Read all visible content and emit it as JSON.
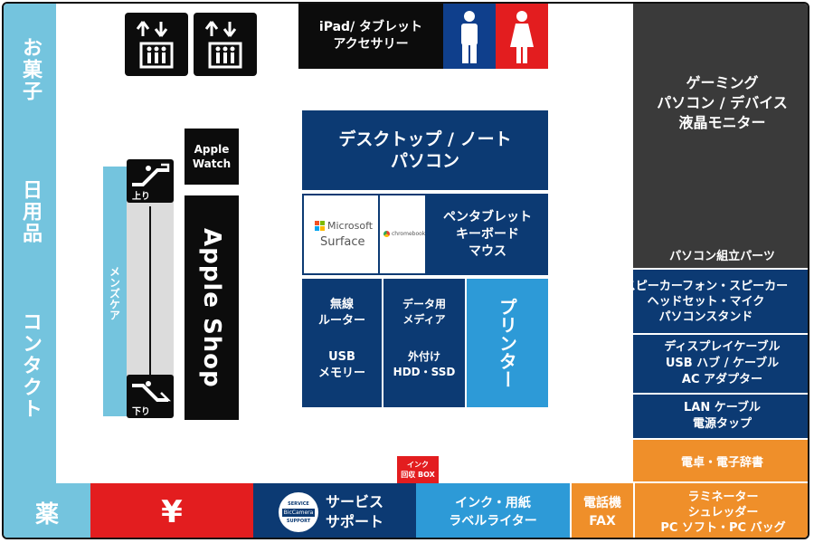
{
  "left_column": {
    "sweets": "お菓子",
    "daily": "日用品",
    "contacts": "コンタクト"
  },
  "bottom_row": {
    "pharmacy": "薬",
    "cashier": "¥",
    "service": "サービス\nサポート",
    "badge_top": "SERVICE",
    "badge_mid": "BicCamera",
    "badge_bottom": "SUPPORT",
    "ink_paper": "インク・用紙\nラベルライター",
    "phone_fax": "電話機\nFAX",
    "laminator": "ラミネーター\nシュレッダー\nPC ソフト・PC バッグ",
    "ink_box": "インク\n回収 BOX"
  },
  "top": {
    "ipad": "iPad/ タブレット\nアクセサリー"
  },
  "escalator": {
    "up": "上り",
    "down": "下り",
    "mens_care": "メンズケア"
  },
  "apple": {
    "watch": "Apple\nWatch",
    "shop": "Apple Shop"
  },
  "center": {
    "desktop": "デスクトップ / ノート\nパソコン",
    "ms_line1": "Microsoft",
    "ms_line2": "Surface",
    "chromebook": "chromebook",
    "pen_tablet": "ペンタブレット\nキーボード\nマウス",
    "router": "無線\nルーター",
    "usb": "USB\nメモリー",
    "data_media": "データ用\nメディア",
    "hdd": "外付け\nHDD・SSD",
    "printer": "プリンター"
  },
  "right_column": {
    "gaming": "ゲーミング\nパソコン / デバイス\n液晶モニター",
    "parts": "パソコン組立パーツ",
    "speaker": "スピーカーフォン・スピーカー\nヘッドセット・マイク\nパソコンスタンド",
    "display_cable": "ディスプレイケーブル\nUSB ハブ / ケーブル\nAC アダプター",
    "lan": "LAN ケーブル\n電源タップ",
    "calculator": "電卓・電子辞書"
  },
  "colors": {
    "navy": "#0c3a73",
    "light_blue": "#74c4de",
    "sky": "#2d9ad7",
    "orange": "#ef8f2a",
    "dark": "#3a3a3a",
    "red": "#e31d1f",
    "restroom_blue": "#0f3f8c"
  }
}
